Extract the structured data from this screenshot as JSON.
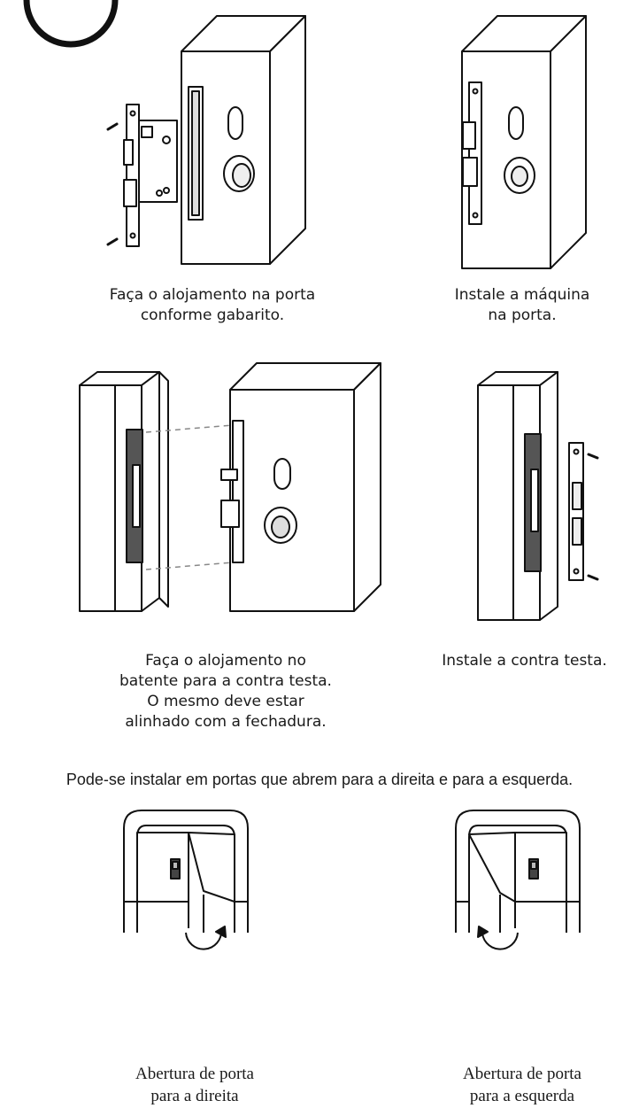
{
  "steps": [
    {
      "caption": [
        "Faça o alojamento na porta",
        "conforme gabarito."
      ],
      "illustration": "door-mortise-install-icon"
    },
    {
      "caption": [
        "Instale a máquina",
        "na porta."
      ],
      "illustration": "lock-installed-door-icon"
    },
    {
      "caption": [
        "Faça o alojamento no",
        "batente para a contra testa.",
        "O mesmo deve estar",
        "alinhado com a fechadura."
      ],
      "illustration": "frame-alignment-icon"
    },
    {
      "caption": [
        "Instale a contra testa."
      ],
      "illustration": "strike-plate-install-icon"
    }
  ],
  "orientation_note": "Pode-se instalar em portas que abrem para a direita e para a esquerda.",
  "openings": [
    {
      "caption": [
        "Abertura de porta",
        "para a direita"
      ],
      "illustration": "door-open-right-icon"
    },
    {
      "caption": [
        "Abertura de porta",
        "para a esquerda"
      ],
      "illustration": "door-open-left-icon"
    }
  ]
}
